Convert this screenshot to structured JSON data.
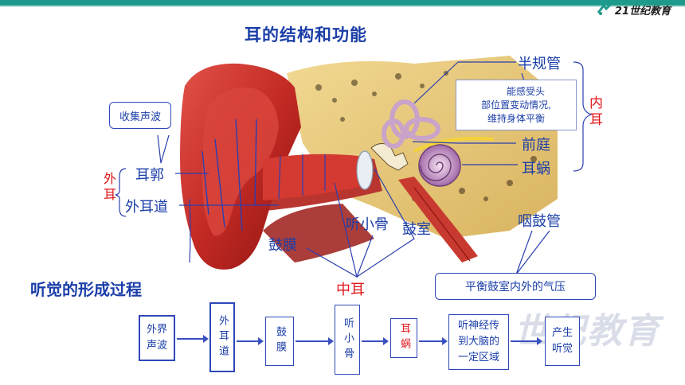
{
  "title": "耳的结构和功能",
  "logo_text": "21世纪教育",
  "labels": {
    "collect_sound": "收集声波",
    "outer_ear_1": "外",
    "outer_ear_2": "耳",
    "pinna": "耳郭",
    "ear_canal": "外耳道",
    "semicircular": "半规管",
    "sense_text_1": "能感受头",
    "sense_text_2": "部位置变动情况,",
    "sense_text_3": "维持身体平衡",
    "vestibule": "前庭",
    "cochlea": "耳蜗",
    "inner_ear_1": "内",
    "inner_ear_2": "耳",
    "ossicles": "听小骨",
    "tympanic_cavity": "鼓室",
    "eardrum": "鼓膜",
    "eustachian": "咽鼓管",
    "balance_text": "平衡鼓室内外的气压",
    "middle_ear": "中耳"
  },
  "section_title": "听觉的形成过程",
  "flow": [
    {
      "text": "外界\n声波",
      "color": "#1b3ea8"
    },
    {
      "text": "外耳道",
      "color": "#1b3ea8",
      "vertical": true
    },
    {
      "text": "鼓膜",
      "color": "#1b3ea8",
      "vertical": true
    },
    {
      "text": "听小骨",
      "color": "#1b3ea8",
      "vertical": true
    },
    {
      "text": "耳蜗",
      "color": "#e0161b",
      "vertical": true
    },
    {
      "text": "听神经传\n到大脑的\n一定区域",
      "color": "#1b3ea8"
    },
    {
      "text": "产生\n听觉",
      "color": "#1b3ea8"
    }
  ],
  "colors": {
    "accent": "#1e9a8c",
    "label_blue": "#1b3ea8",
    "label_red": "#e0161b",
    "ear_red": "#c8201f"
  }
}
